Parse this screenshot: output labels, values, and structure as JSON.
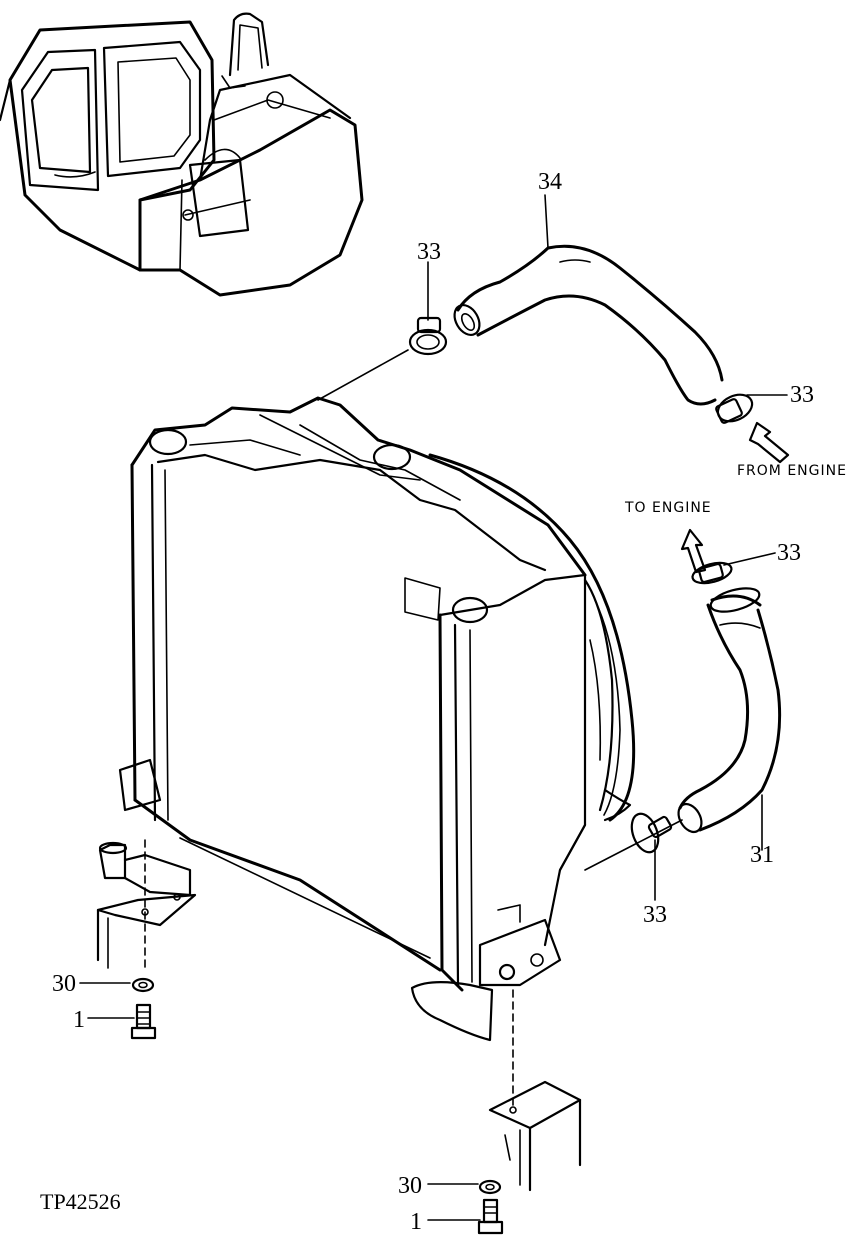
{
  "figure_id": "TP42526",
  "notes": {
    "from_engine": "FROM ENGINE",
    "to_engine": "TO ENGINE"
  },
  "callouts": {
    "upper_hose": "34",
    "lower_hose": "31",
    "clamp_upper_left": "33",
    "clamp_upper_right": "33",
    "clamp_lower_top": "33",
    "clamp_lower_bottom": "33",
    "washer_left": "30",
    "bolt_left": "1",
    "washer_right": "30",
    "bolt_right": "1"
  },
  "icons": [
    "excavator-locator-icon",
    "radiator-icon",
    "hose-icon",
    "hose-clamp-icon",
    "mounting-bracket-icon",
    "washer-icon",
    "bolt-icon",
    "flow-arrow-icon"
  ]
}
